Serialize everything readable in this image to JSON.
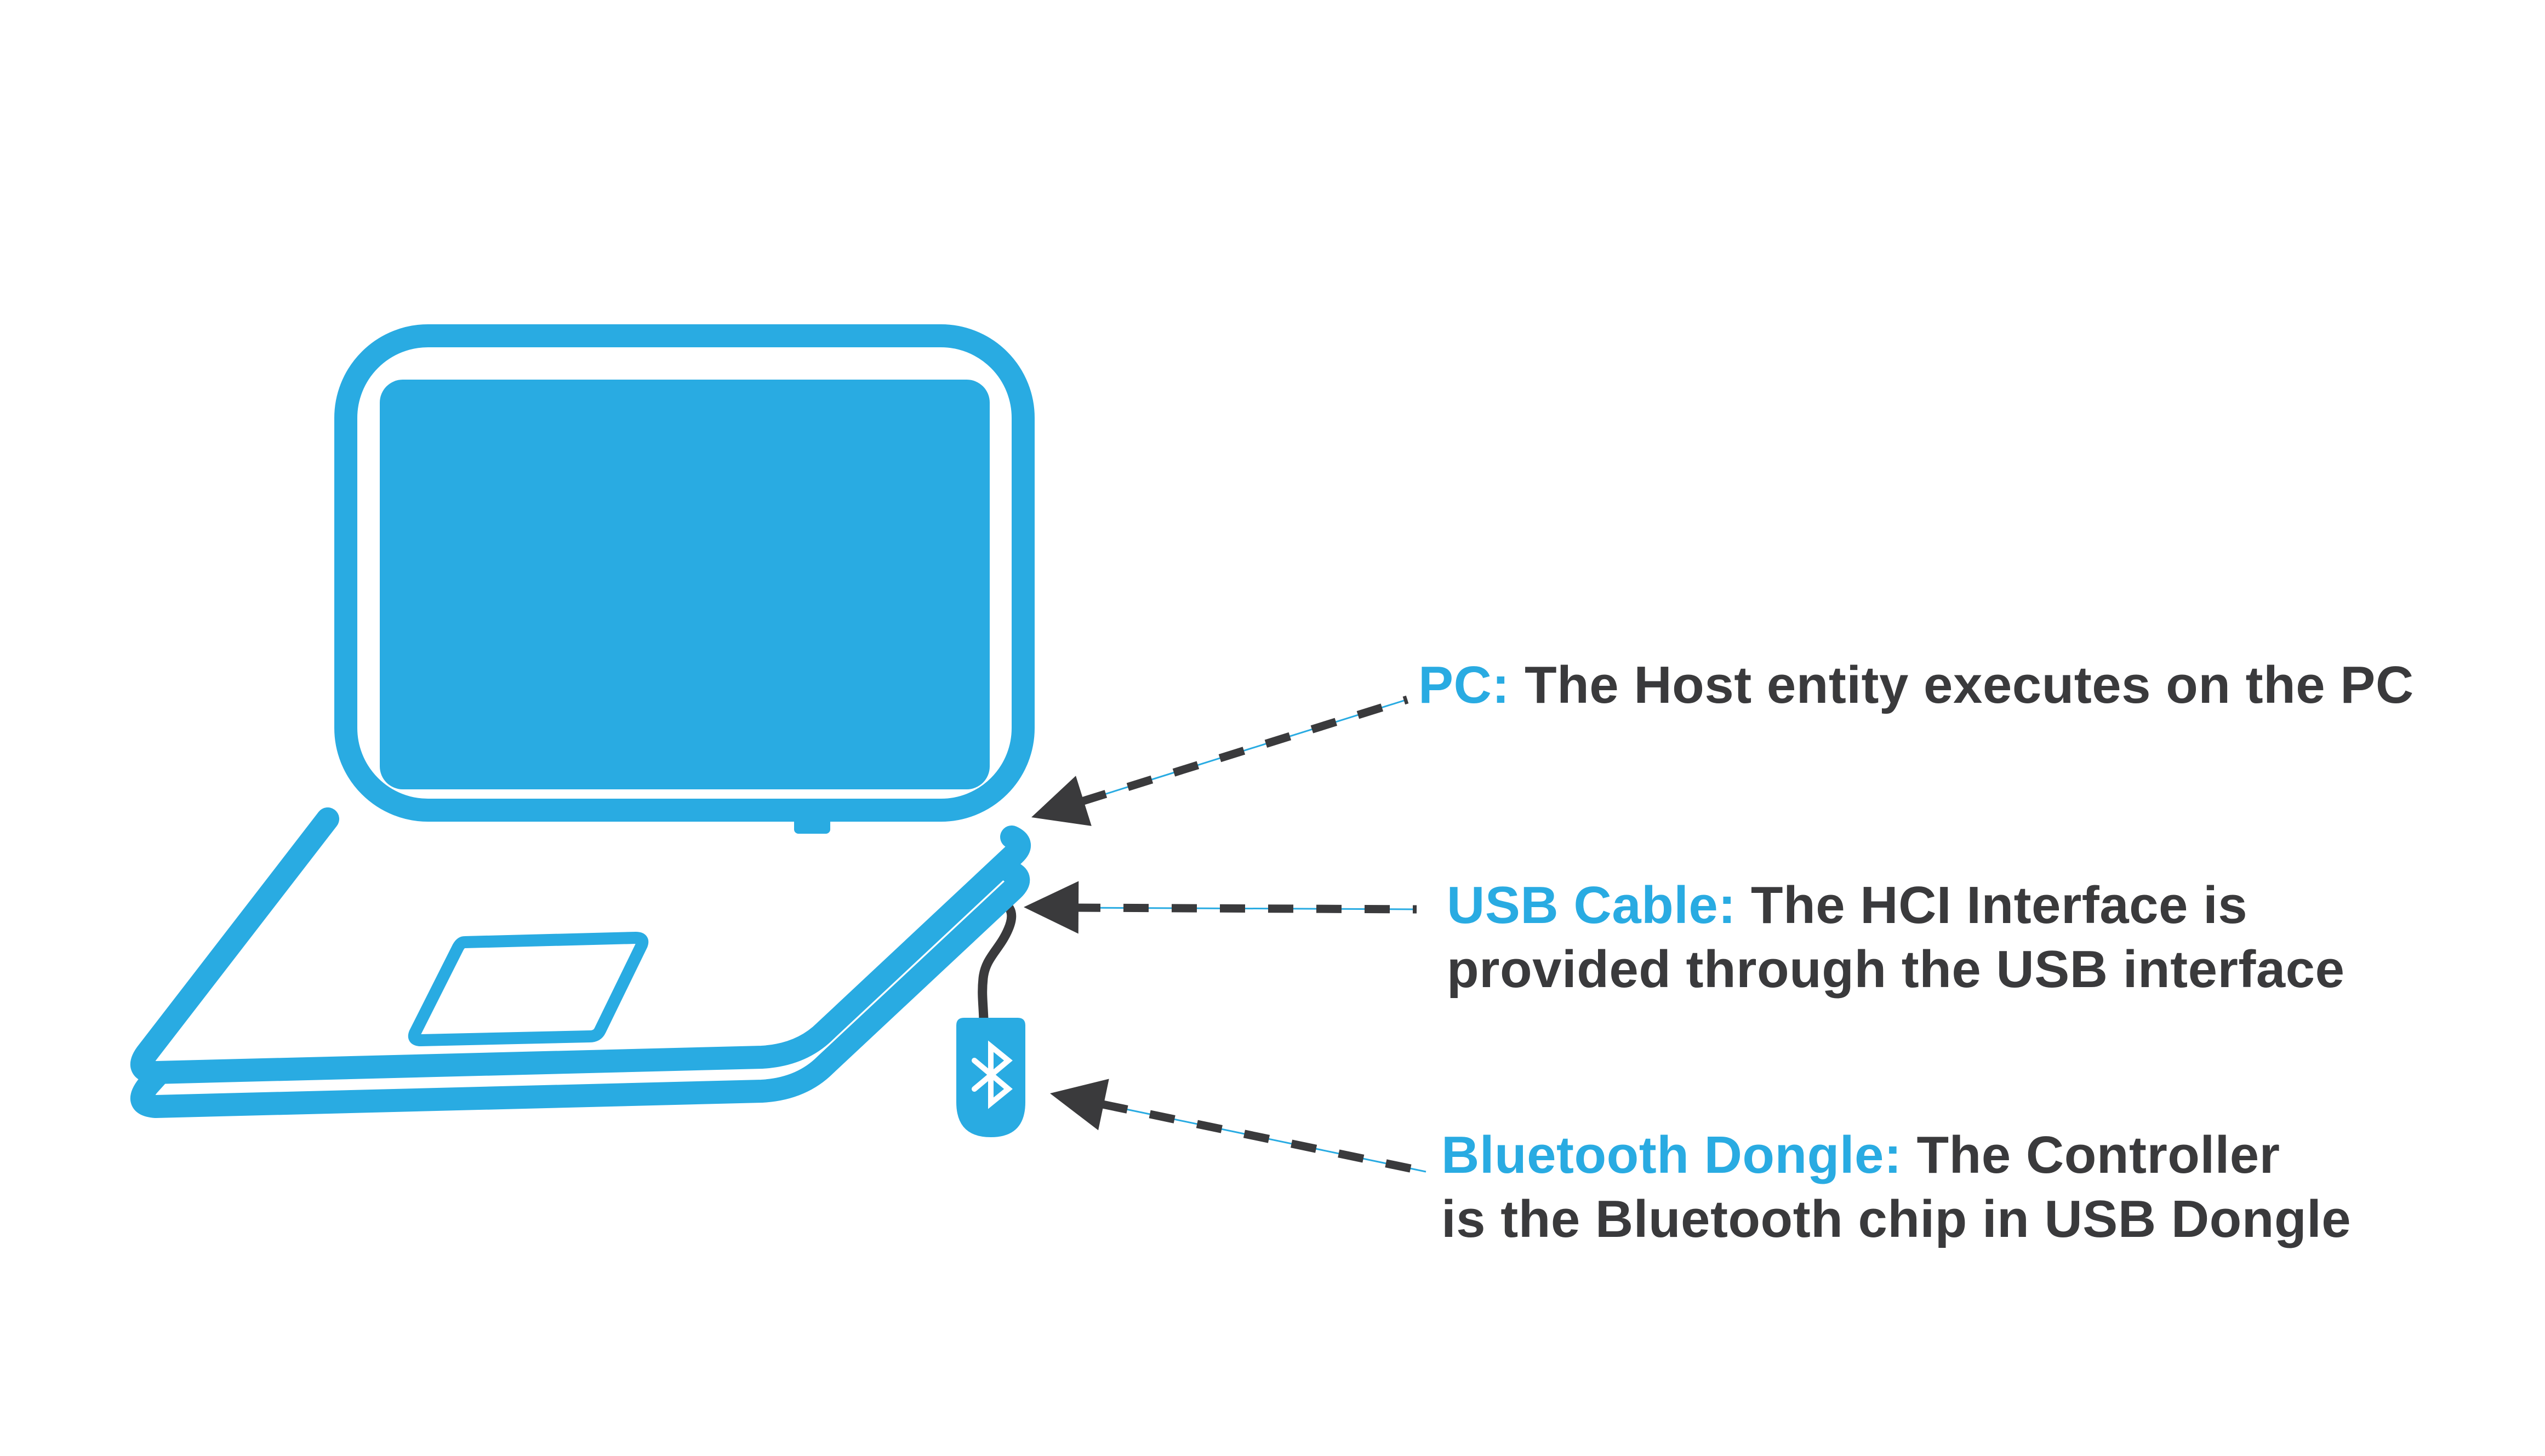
{
  "colors": {
    "accent": "#29ABE2",
    "ink": "#3A3A3C",
    "bg": "#FFFFFF"
  },
  "diagram": {
    "device": "laptop",
    "peripheral": "usb-bluetooth-dongle",
    "dongle_icon": "bluetooth-icon"
  },
  "annotations": {
    "pc": {
      "term": "PC:",
      "line1": " The Host entity executes on the PC",
      "line2": ""
    },
    "usb": {
      "term": "USB Cable:",
      "line1": " The HCI Interface is",
      "line2": "provided through the USB interface"
    },
    "bt": {
      "term": "Bluetooth Dongle:",
      "line1": " The Controller",
      "line2": "is the Bluetooth chip in USB Dongle"
    }
  }
}
